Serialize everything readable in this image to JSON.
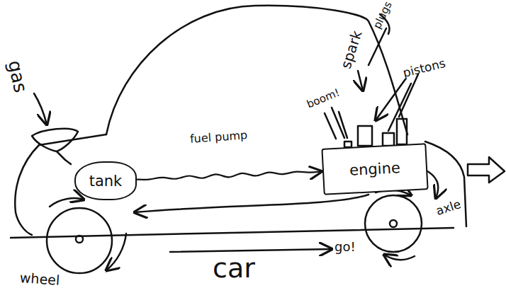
{
  "diagram": {
    "nodes": [
      {
        "text": [
          "tank"
        ]
      },
      {
        "text": [
          "engine"
        ]
      }
    ],
    "edges": [
      {
        "from": 0,
        "to": 1,
        "arrow": "to",
        "label": "fuel pump"
      }
    ],
    "labels": [
      "gas",
      "boom!",
      "spark",
      "plugs",
      "pistons",
      "axle",
      "wheel",
      "go!",
      "car"
    ]
  }
}
